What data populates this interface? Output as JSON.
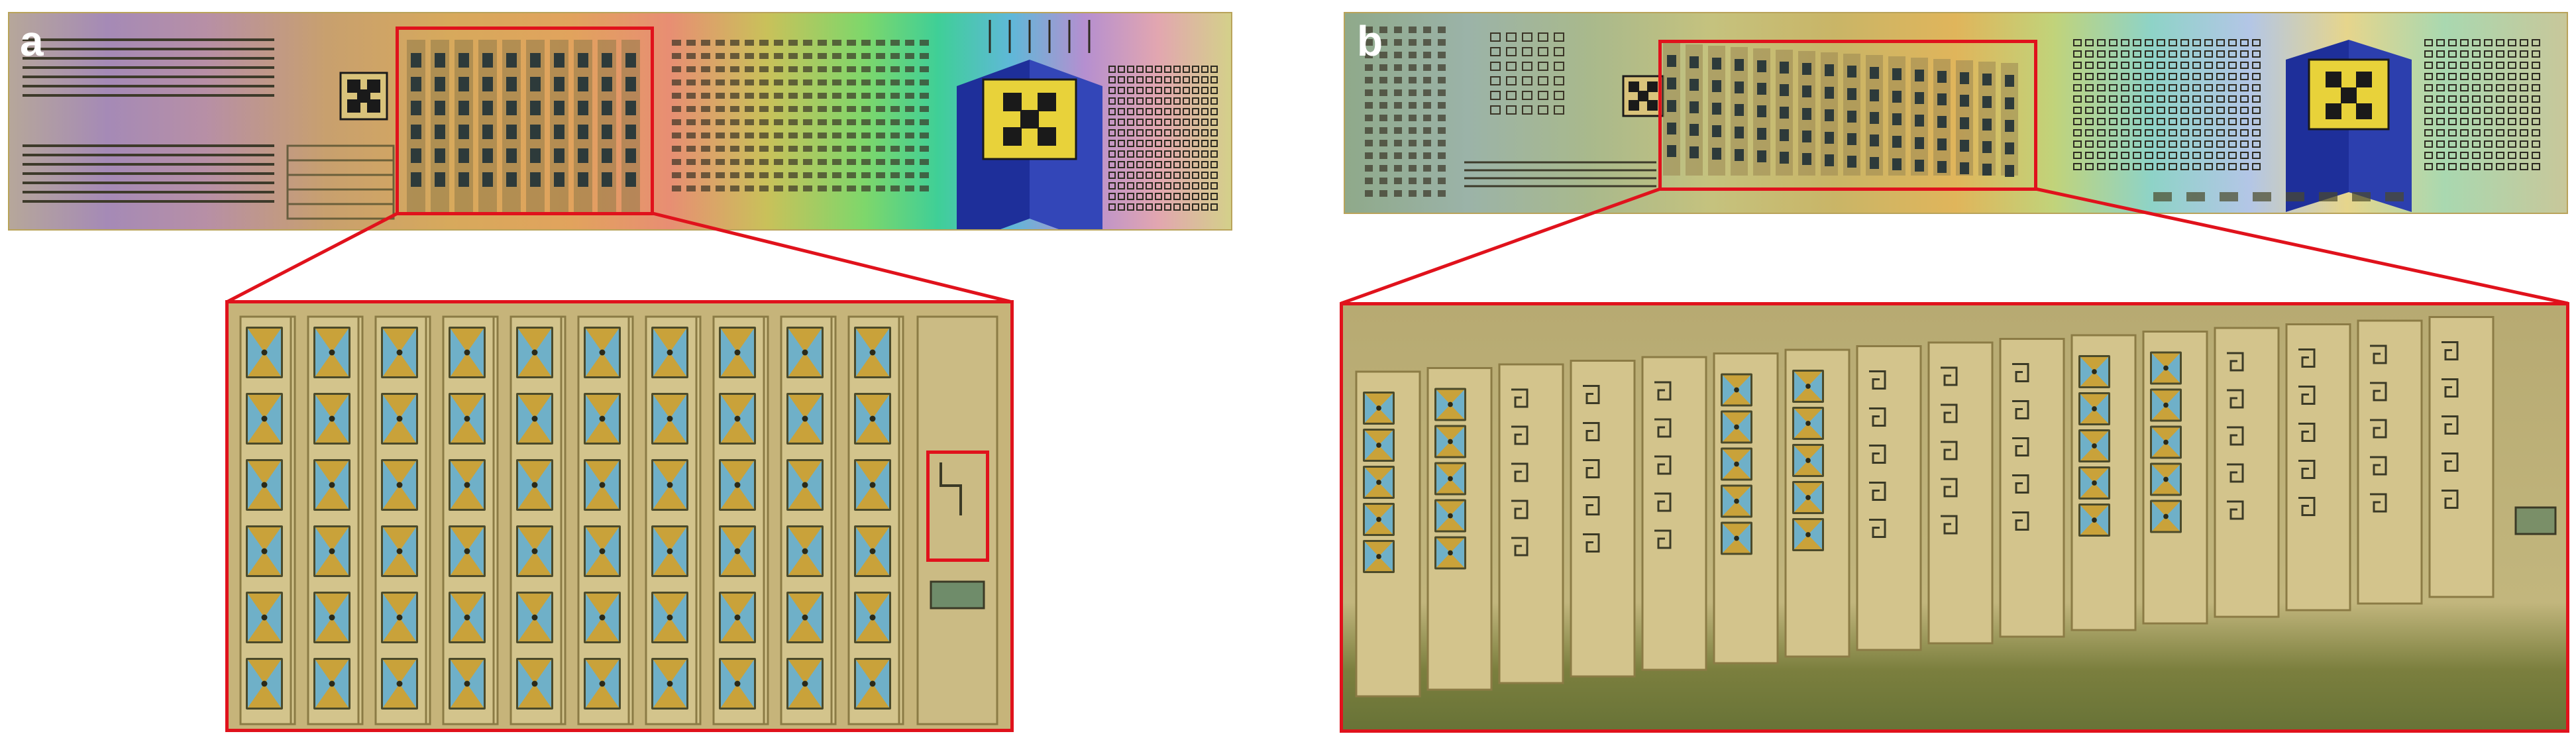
{
  "figure": {
    "panels": [
      {
        "id": "a",
        "label": "a"
      },
      {
        "id": "b",
        "label": "b"
      }
    ],
    "colors": {
      "highlight": "#e0121c",
      "label": "#ffffff",
      "chip_border": "#b9a35a",
      "electrode": "#d3c48c",
      "electrode_edge": "#8b7b45",
      "pixel_fill": "#6fb0c8",
      "pixel_frame": "#4b4a2a",
      "logo": "#1a1a1a",
      "logo_bg": "#e8d23a",
      "prism": "#1e2f9a"
    },
    "panel_a_zoom": {
      "columns": 10,
      "rows_per_column": 6
    },
    "panel_b_zoom": {
      "columns": 16,
      "rows_per_column": 5
    }
  }
}
